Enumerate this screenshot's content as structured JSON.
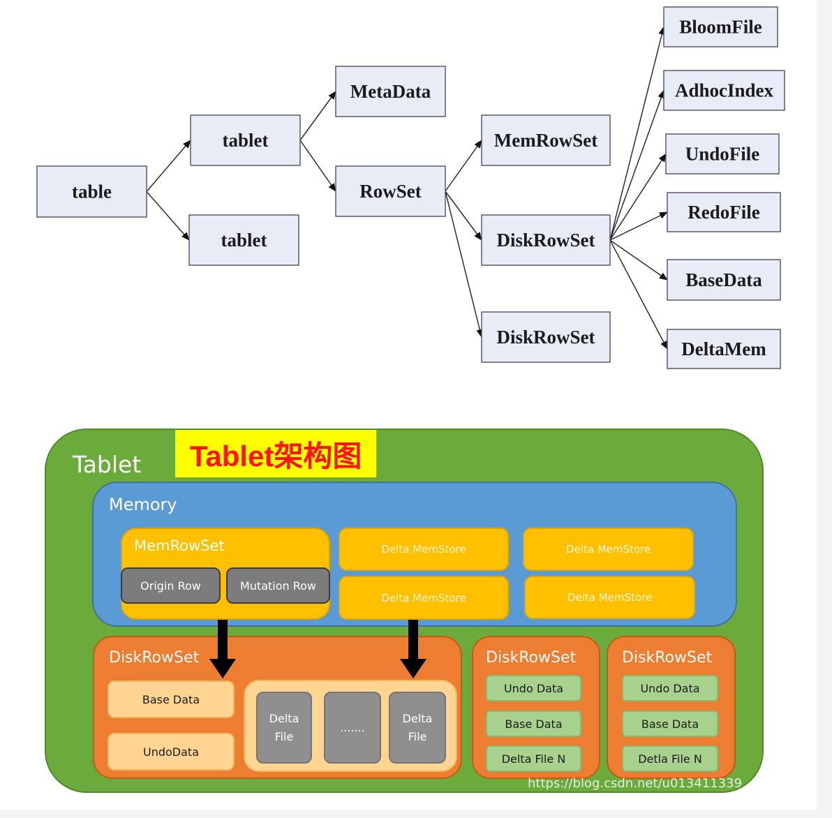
{
  "hierarchy": {
    "nodes": [
      {
        "id": "table",
        "label": "table"
      },
      {
        "id": "tablet1",
        "label": "tablet"
      },
      {
        "id": "tablet2",
        "label": "tablet"
      },
      {
        "id": "metadata",
        "label": "MetaData"
      },
      {
        "id": "rowset",
        "label": "RowSet"
      },
      {
        "id": "memrowset",
        "label": "MemRowSet"
      },
      {
        "id": "diskrowset1",
        "label": "DiskRowSet"
      },
      {
        "id": "diskrowset2",
        "label": "DiskRowSet"
      },
      {
        "id": "bloomfile",
        "label": "BloomFile"
      },
      {
        "id": "adhocindex",
        "label": "AdhocIndex"
      },
      {
        "id": "undofile",
        "label": "UndoFile"
      },
      {
        "id": "redofile",
        "label": "RedoFile"
      },
      {
        "id": "basedata",
        "label": "BaseData"
      },
      {
        "id": "deltamem",
        "label": "DeltaMem"
      }
    ],
    "edges": [
      [
        "table",
        "tablet1"
      ],
      [
        "table",
        "tablet2"
      ],
      [
        "tablet1",
        "metadata"
      ],
      [
        "tablet1",
        "rowset"
      ],
      [
        "rowset",
        "memrowset"
      ],
      [
        "rowset",
        "diskrowset1"
      ],
      [
        "rowset",
        "diskrowset2"
      ],
      [
        "diskrowset1",
        "bloomfile"
      ],
      [
        "diskrowset1",
        "adhocindex"
      ],
      [
        "diskrowset1",
        "undofile"
      ],
      [
        "diskrowset1",
        "redofile"
      ],
      [
        "diskrowset1",
        "basedata"
      ],
      [
        "diskrowset1",
        "deltamem"
      ]
    ]
  },
  "architecture": {
    "title": "Tablet架构图",
    "tablet_label": "Tablet",
    "memory_label": "Memory",
    "memrowset": {
      "label": "MemRowSet",
      "origin_row": "Origin Row",
      "mutation_row": "Mutation Row"
    },
    "delta_memstores": [
      "Delta MemStore",
      "Delta MemStore",
      "Delta MemStore",
      "Delta MemStore"
    ],
    "diskrowset_main": {
      "label": "DiskRowSet",
      "base_data": "Base Data",
      "undo_data": "UndoData",
      "delta_files": [
        "Delta\nFile",
        ".......",
        "Delta\nFile"
      ]
    },
    "diskrowset_small": [
      {
        "label": "DiskRowSet",
        "cells": [
          "Undo Data",
          "Base Data",
          "Delta File N"
        ]
      },
      {
        "label": "DiskRowSet",
        "cells": [
          "Undo Data",
          "Base Data",
          "Detla File N"
        ]
      }
    ],
    "watermark": "https://blog.csdn.net/u013411339"
  },
  "colors": {
    "tablet": "#6aab3c",
    "memory": "#5b9bd5",
    "memstore": "#ffc000",
    "diskrowset": "#ed7d31",
    "title_bg": "#ffff00",
    "title_fg": "#ff1212"
  }
}
